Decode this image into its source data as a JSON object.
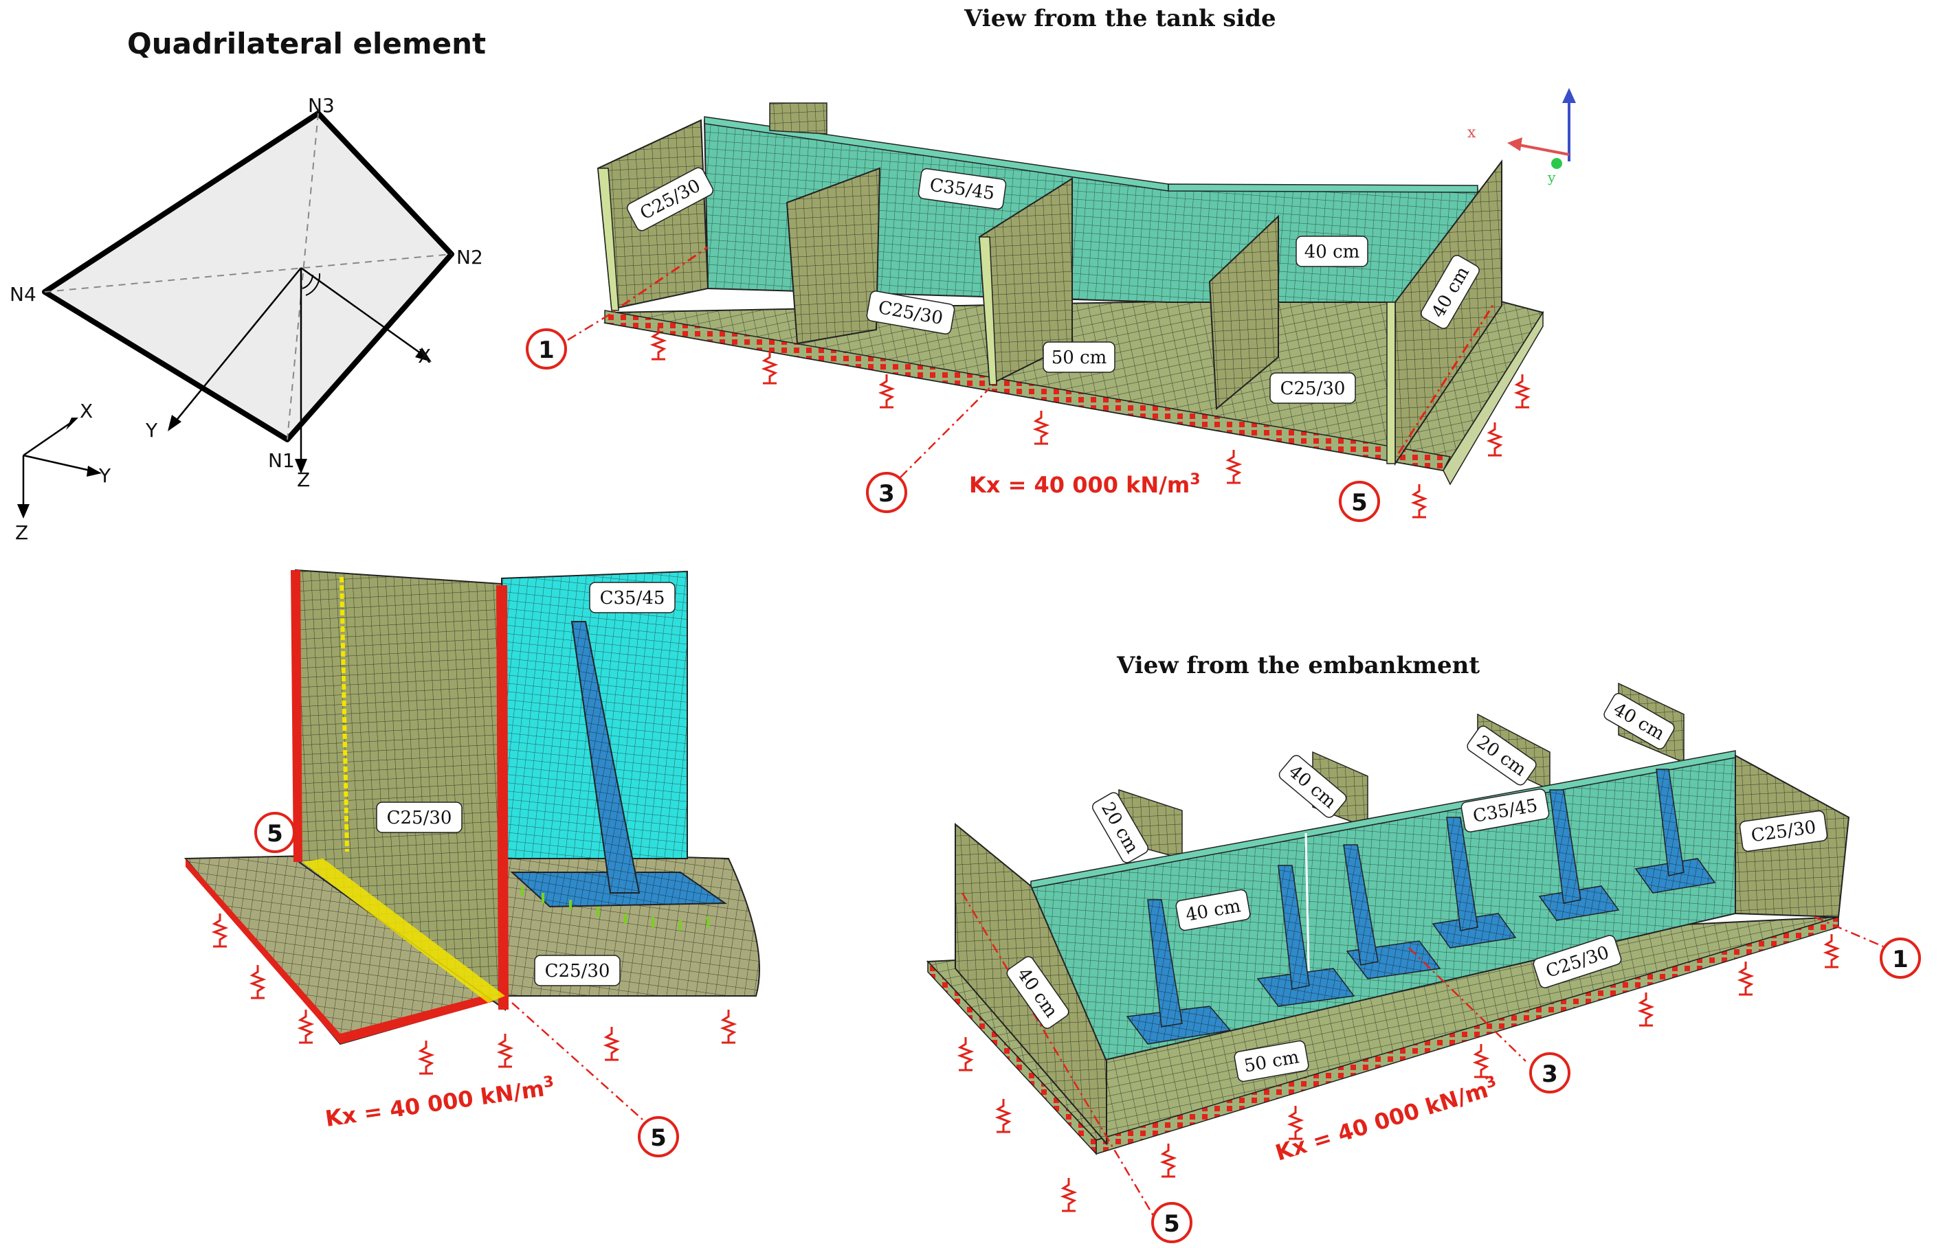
{
  "titles": {
    "element": "Quadrilateral element",
    "tank_side": "View from the tank side",
    "embankment": "View from the embankment"
  },
  "element_diagram": {
    "nodes": [
      "N1",
      "N2",
      "N3",
      "N4"
    ],
    "local_axes": [
      "X",
      "Y",
      "Z"
    ],
    "global_axes": [
      "X",
      "Y",
      "Z"
    ]
  },
  "triad_labels": [
    "x",
    "y"
  ],
  "materials": {
    "wall": "C25/30",
    "stem": "C35/45",
    "base": "C25/30"
  },
  "thickness": {
    "t40": "40 cm",
    "t50": "50 cm",
    "t20": "20 cm"
  },
  "markers": [
    "1",
    "3",
    "5"
  ],
  "kx_label": "Kx = 40 000 kN/m",
  "kx_exp": "3",
  "colors": {
    "olive": "#a7a878",
    "stem_teal": "#5ec2a8",
    "stem_cyan": "#27dbd7",
    "counterfort_blue": "#2f86c9",
    "mesh_line": "#2a3a2a",
    "red": "#e2231a",
    "yellow": "#f2e400"
  }
}
